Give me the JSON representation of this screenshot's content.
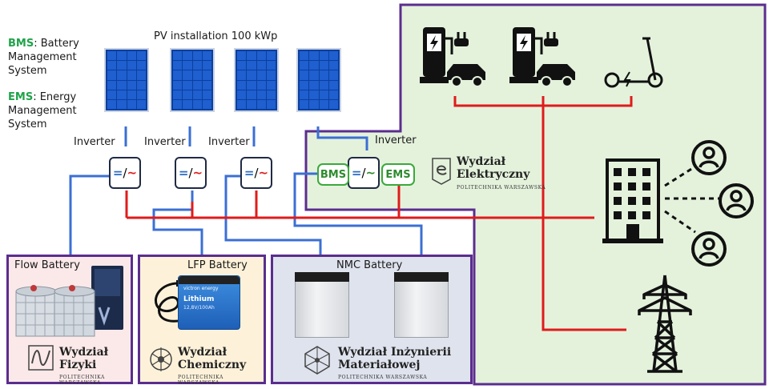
{
  "legend": {
    "bms_abbr": "BMS",
    "bms_text": ": Battery",
    "bms_line2": "Management",
    "bms_line3": "System",
    "ems_abbr": "EMS",
    "ems_text": ": Energy",
    "ems_line2": "Management",
    "ems_line3": "System"
  },
  "pv": {
    "title": "PV installation 100 kWp"
  },
  "inverters": [
    {
      "label": "Inverter",
      "symbol_dc": "=",
      "symbol_sep": "/",
      "symbol_ac": "~"
    },
    {
      "label": "Inverter",
      "symbol_dc": "=",
      "symbol_sep": "/",
      "symbol_ac": "~"
    },
    {
      "label": "Inverter",
      "symbol_dc": "=",
      "symbol_sep": "/",
      "symbol_ac": "~"
    },
    {
      "label": "Inverter",
      "symbol_dc": "=",
      "symbol_sep": "/",
      "symbol_ac": "~"
    }
  ],
  "bms_tag": "BMS",
  "ems_tag": "EMS",
  "batteries": {
    "flow": "Flow Battery",
    "lfp": "LFP Battery",
    "nmc": "NMC Battery"
  },
  "lfp_battery_print": {
    "brand": "victron energy",
    "line1": "Lithium",
    "line2": "12,8V/100Ah"
  },
  "logos": {
    "elektryczny": {
      "line1": "Wydział",
      "line2": "Elektryczny",
      "sub": "POLITECHNIKA WARSZAWSKA"
    },
    "fizyki": {
      "line1": "Wydział",
      "line2": "Fizyki",
      "sub": "POLITECHNIKA WARSZAWSKA"
    },
    "chemiczny": {
      "line1": "Wydział",
      "line2": "Chemiczny",
      "sub": "POLITECHNIKA WARSZAWSKA"
    },
    "materialowej": {
      "line1": "Wydział Inżynierii",
      "line2": "Materiałowej",
      "sub": "POLITECHNIKA WARSZAWSKA"
    }
  },
  "colors": {
    "ac_line": "#e01b1b",
    "dc_line": "#3b6fd4",
    "frame": "#5b2d8e",
    "green_region": "#e4f2dc",
    "flow_bg": "#fbe9e9",
    "lfp_bg": "#fdf2d9",
    "nmc_bg": "#dfe3ee"
  },
  "icons": [
    "ev-charger-icon",
    "ev-charger-icon",
    "e-scooter-icon",
    "building-icon",
    "person-icon",
    "power-pylon-icon"
  ]
}
